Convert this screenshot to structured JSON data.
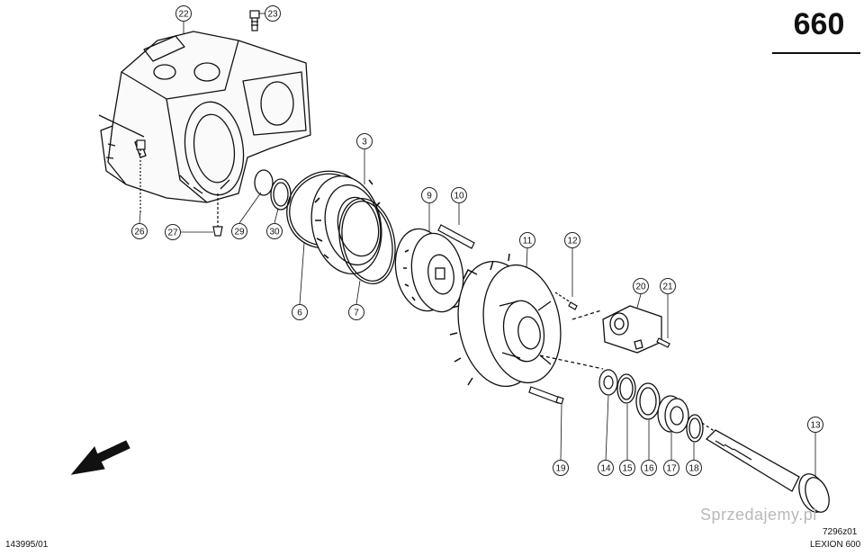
{
  "page_number": "660",
  "drawing_id": "143995/01",
  "model": "LEXION 600",
  "ref_code": "7296z01",
  "watermark": "Sprzedajemy.pl",
  "callouts": [
    {
      "id": "callout-22",
      "label": "22"
    },
    {
      "id": "callout-23",
      "label": "23"
    },
    {
      "id": "callout-3",
      "label": "3"
    },
    {
      "id": "callout-9",
      "label": "9"
    },
    {
      "id": "callout-10",
      "label": "10"
    },
    {
      "id": "callout-11",
      "label": "11"
    },
    {
      "id": "callout-12",
      "label": "12"
    },
    {
      "id": "callout-20",
      "label": "20"
    },
    {
      "id": "callout-21",
      "label": "21"
    },
    {
      "id": "callout-26",
      "label": "26"
    },
    {
      "id": "callout-27",
      "label": "27"
    },
    {
      "id": "callout-29",
      "label": "29"
    },
    {
      "id": "callout-30",
      "label": "30"
    },
    {
      "id": "callout-6",
      "label": "6"
    },
    {
      "id": "callout-7",
      "label": "7"
    },
    {
      "id": "callout-13",
      "label": "13"
    },
    {
      "id": "callout-19",
      "label": "19"
    },
    {
      "id": "callout-14",
      "label": "14"
    },
    {
      "id": "callout-15",
      "label": "15"
    },
    {
      "id": "callout-16",
      "label": "16"
    },
    {
      "id": "callout-17",
      "label": "17"
    },
    {
      "id": "callout-18",
      "label": "18"
    }
  ]
}
